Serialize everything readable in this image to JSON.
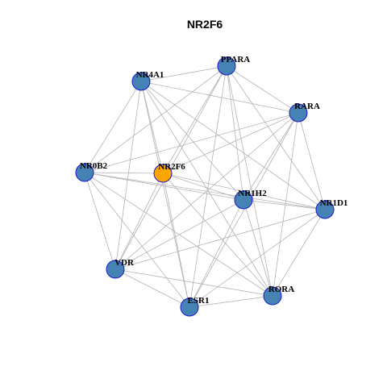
{
  "title": "NR2F6",
  "colors": {
    "node_default": "#4682b4",
    "node_focus": "#ffa500",
    "node_border": "#1a1acd",
    "edge": "#b3b3b3",
    "label": "#000000"
  },
  "nodes": [
    {
      "id": "PPARA",
      "label": "PPARA",
      "focus": false
    },
    {
      "id": "NR4A1",
      "label": "NR4A1",
      "focus": false
    },
    {
      "id": "RARA",
      "label": "RARA",
      "focus": false
    },
    {
      "id": "NR0B2",
      "label": "NR0B2",
      "focus": false
    },
    {
      "id": "NR2F6",
      "label": "NR2F6",
      "focus": true
    },
    {
      "id": "NR1H2",
      "label": "NR1H2",
      "focus": false
    },
    {
      "id": "NR1D1",
      "label": "NR1D1",
      "focus": false
    },
    {
      "id": "VDR",
      "label": "VDR",
      "focus": false
    },
    {
      "id": "RORA",
      "label": "RORA",
      "focus": false
    },
    {
      "id": "ESR1",
      "label": "ESR1",
      "focus": false
    }
  ],
  "edges": [
    [
      "PPARA",
      "NR4A1"
    ],
    [
      "PPARA",
      "RARA"
    ],
    [
      "PPARA",
      "NR0B2"
    ],
    [
      "PPARA",
      "NR2F6"
    ],
    [
      "PPARA",
      "NR1H2"
    ],
    [
      "PPARA",
      "NR1D1"
    ],
    [
      "PPARA",
      "VDR"
    ],
    [
      "PPARA",
      "RORA"
    ],
    [
      "PPARA",
      "ESR1"
    ],
    [
      "NR4A1",
      "RARA"
    ],
    [
      "NR4A1",
      "NR0B2"
    ],
    [
      "NR4A1",
      "NR2F6"
    ],
    [
      "NR4A1",
      "NR1H2"
    ],
    [
      "NR4A1",
      "NR1D1"
    ],
    [
      "NR4A1",
      "VDR"
    ],
    [
      "NR4A1",
      "RORA"
    ],
    [
      "NR4A1",
      "ESR1"
    ],
    [
      "RARA",
      "NR0B2"
    ],
    [
      "RARA",
      "NR2F6"
    ],
    [
      "RARA",
      "NR1H2"
    ],
    [
      "RARA",
      "NR1D1"
    ],
    [
      "RARA",
      "VDR"
    ],
    [
      "RARA",
      "RORA"
    ],
    [
      "RARA",
      "ESR1"
    ],
    [
      "NR0B2",
      "NR2F6"
    ],
    [
      "NR0B2",
      "NR1H2"
    ],
    [
      "NR0B2",
      "NR1D1"
    ],
    [
      "NR0B2",
      "VDR"
    ],
    [
      "NR0B2",
      "RORA"
    ],
    [
      "NR0B2",
      "ESR1"
    ],
    [
      "NR2F6",
      "NR1H2"
    ],
    [
      "NR2F6",
      "NR1D1"
    ],
    [
      "NR2F6",
      "VDR"
    ],
    [
      "NR2F6",
      "RORA"
    ],
    [
      "NR2F6",
      "ESR1"
    ],
    [
      "NR1H2",
      "NR1D1"
    ],
    [
      "NR1H2",
      "VDR"
    ],
    [
      "NR1H2",
      "RORA"
    ],
    [
      "NR1H2",
      "ESR1"
    ],
    [
      "NR1D1",
      "VDR"
    ],
    [
      "NR1D1",
      "RORA"
    ],
    [
      "NR1D1",
      "ESR1"
    ],
    [
      "VDR",
      "RORA"
    ],
    [
      "VDR",
      "ESR1"
    ],
    [
      "RORA",
      "ESR1"
    ]
  ]
}
